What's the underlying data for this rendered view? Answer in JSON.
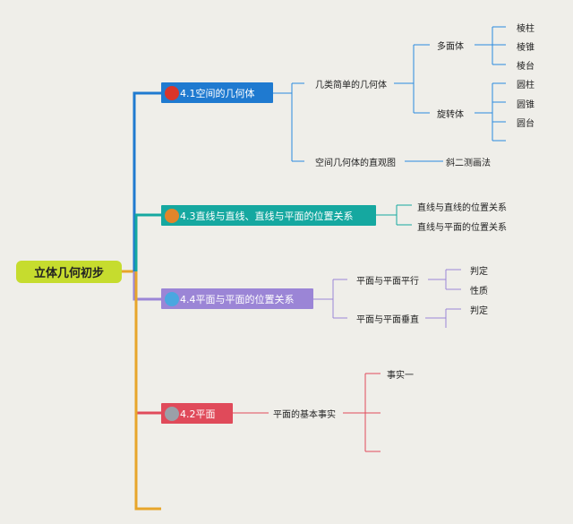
{
  "root": {
    "label": "立体几何初步"
  },
  "topics": [
    {
      "label": "4.1空间的几何体",
      "children": [
        {
          "label": "几类简单的几何体",
          "children": [
            {
              "label": "多面体",
              "children": [
                "棱柱",
                "棱锥",
                "棱台"
              ]
            },
            {
              "label": "旋转体",
              "children": [
                "圆柱",
                "圆锥",
                "圆台"
              ]
            }
          ]
        },
        {
          "label": "空间几何体的直观图",
          "children": [
            "斜二测画法"
          ]
        }
      ]
    },
    {
      "label": "4.3直线与直线、直线与平面的位置关系",
      "children": [
        "直线与直线的位置关系",
        "直线与平面的位置关系"
      ]
    },
    {
      "label": "4.4平面与平面的位置关系",
      "children": [
        {
          "label": "平面与平面平行",
          "children": [
            "判定",
            "性质"
          ]
        },
        {
          "label": "平面与平面垂直",
          "children": [
            "判定"
          ]
        }
      ]
    },
    {
      "label": "4.2平面",
      "children": [
        {
          "label": "平面的基本事实",
          "children": [
            "事实一"
          ]
        }
      ]
    }
  ],
  "colors": {
    "background": "#efeee9",
    "root": "#c6dc2e",
    "topic_1": "#1f7ad0",
    "topic_2": "#15a8a0",
    "topic_3": "#9b85d6",
    "topic_4": "#e04a5a",
    "spine": "#e7a52a"
  }
}
